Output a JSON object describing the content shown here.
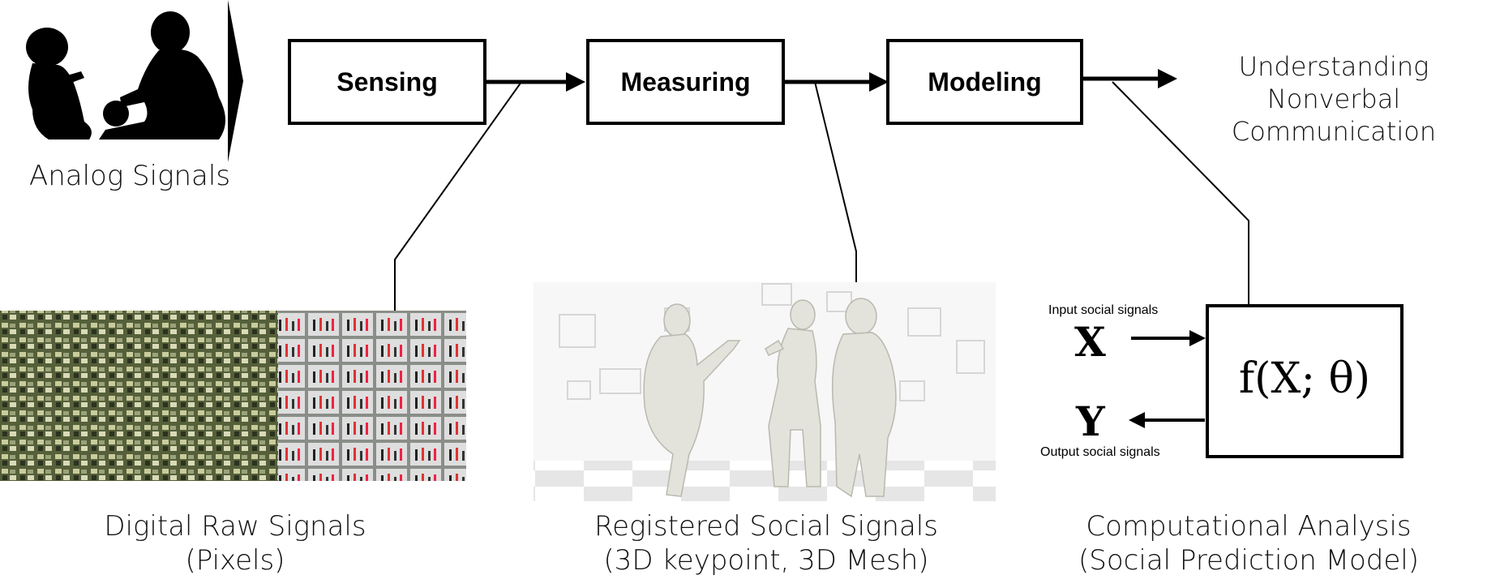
{
  "pipeline": {
    "steps": [
      "Sensing",
      "Measuring",
      "Modeling"
    ],
    "output_line1": "Understanding",
    "output_line2": "Nonverbal Communication",
    "input_label": "Analog Signals"
  },
  "panels": {
    "raw": {
      "line1": "Digital Raw Signals",
      "line2": "(Pixels)"
    },
    "registered": {
      "line1": "Registered Social Signals",
      "line2": "(3D keypoint, 3D Mesh)"
    },
    "computational": {
      "line1": "Computational Analysis",
      "line2": "(Social Prediction Model)"
    }
  },
  "model": {
    "input_caption": "Input social signals",
    "output_caption": "Output social signals",
    "x_symbol": "X",
    "y_symbol": "Y",
    "function_label": "f(X; θ)"
  },
  "colors": {
    "stroke": "#000000",
    "mesh": "#e3e3dc",
    "grid": "#c9cc9c"
  }
}
